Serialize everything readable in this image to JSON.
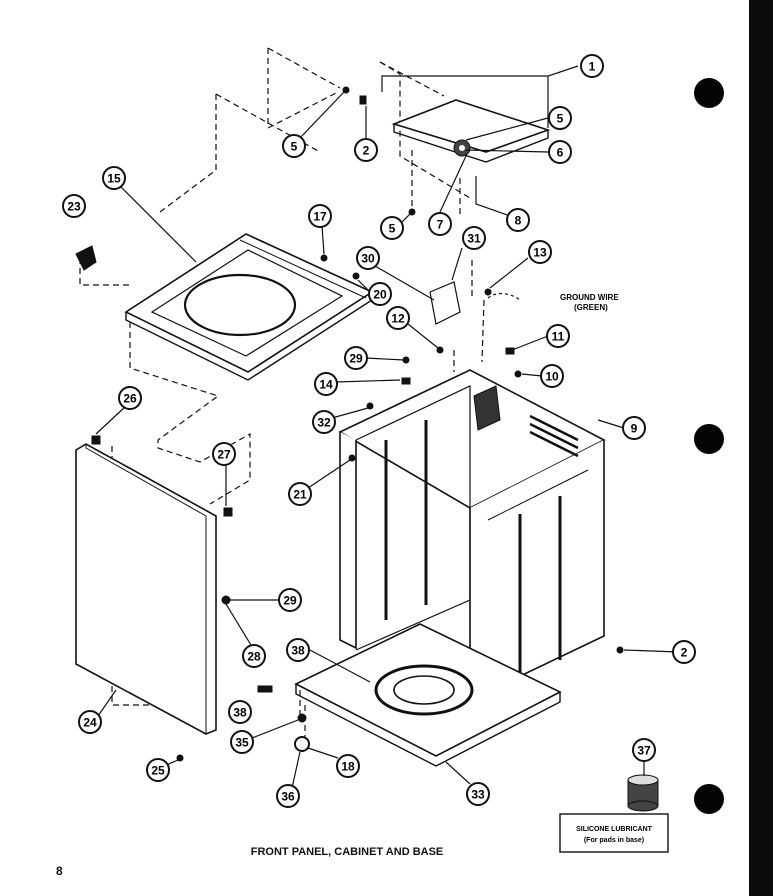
{
  "caption": "FRONT PANEL, CABINET AND BASE",
  "page_number": "8",
  "ground_wire_label": "GROUND WIRE",
  "ground_wire_sub": "(GREEN)",
  "lubricant_title": "SILICONE LUBRICANT",
  "lubricant_sub": "(For pads in base)",
  "callouts": [
    {
      "id": "c1",
      "num": "1"
    },
    {
      "id": "c2a",
      "num": "2"
    },
    {
      "id": "c2b",
      "num": "2"
    },
    {
      "id": "c5a",
      "num": "5"
    },
    {
      "id": "c5b",
      "num": "5"
    },
    {
      "id": "c5c",
      "num": "5"
    },
    {
      "id": "c6",
      "num": "6"
    },
    {
      "id": "c7",
      "num": "7"
    },
    {
      "id": "c8",
      "num": "8"
    },
    {
      "id": "c9",
      "num": "9"
    },
    {
      "id": "c10",
      "num": "10"
    },
    {
      "id": "c11",
      "num": "11"
    },
    {
      "id": "c12",
      "num": "12"
    },
    {
      "id": "c13",
      "num": "13"
    },
    {
      "id": "c14",
      "num": "14"
    },
    {
      "id": "c15",
      "num": "15"
    },
    {
      "id": "c17",
      "num": "17"
    },
    {
      "id": "c18",
      "num": "18"
    },
    {
      "id": "c20",
      "num": "20"
    },
    {
      "id": "c21",
      "num": "21"
    },
    {
      "id": "c23",
      "num": "23"
    },
    {
      "id": "c24",
      "num": "24"
    },
    {
      "id": "c25",
      "num": "25"
    },
    {
      "id": "c26",
      "num": "26"
    },
    {
      "id": "c27",
      "num": "27"
    },
    {
      "id": "c28",
      "num": "28"
    },
    {
      "id": "c29a",
      "num": "29"
    },
    {
      "id": "c29b",
      "num": "29"
    },
    {
      "id": "c30",
      "num": "30"
    },
    {
      "id": "c31",
      "num": "31"
    },
    {
      "id": "c32",
      "num": "32"
    },
    {
      "id": "c33",
      "num": "33"
    },
    {
      "id": "c35",
      "num": "35"
    },
    {
      "id": "c36",
      "num": "36"
    },
    {
      "id": "c37",
      "num": "37"
    },
    {
      "id": "c38a",
      "num": "38"
    },
    {
      "id": "c38b",
      "num": "38"
    }
  ]
}
